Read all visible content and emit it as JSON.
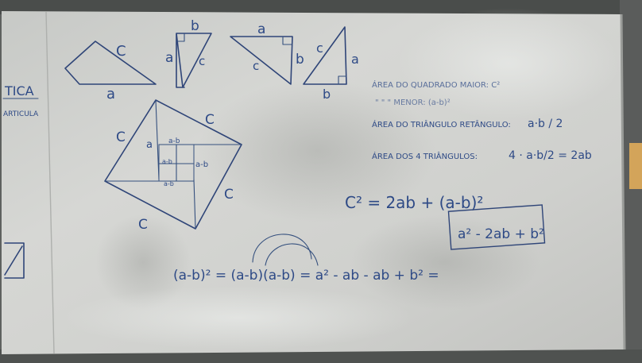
{
  "image": {
    "description_labels": {
      "left_edge": [
        "TICA",
        "ARTICULA"
      ]
    },
    "triangles": {
      "t1": {
        "hyp": "C",
        "leg": "a"
      },
      "t2": {
        "top": "b",
        "left": "a",
        "hyp": "c"
      },
      "t3": {
        "top": "a",
        "right": "b",
        "hyp": "c"
      },
      "t4": {
        "hyp": "c",
        "right": "a",
        "bottom": "b"
      }
    },
    "square_diagram": {
      "c_labels": [
        "C",
        "C",
        "C",
        "C"
      ],
      "inner": [
        "a",
        "a-b",
        "a-b",
        "a-b",
        "a-b"
      ]
    },
    "notes": {
      "line1": "ÁREA DO QUADRADO MAIOR: C²",
      "line2": "\" \" \" MENOR: (a-b)²",
      "line3_label": "ÁREA DO TRIÂNGULO RETÂNGULO:",
      "line3_value": "a·b / 2",
      "line4_label": "ÁREA DOS 4 TRIÂNGULOS:",
      "line4_value": "4 · a·b/2 = 2ab",
      "equation1": "C² = 2ab + (a-b)²",
      "equation2_lhs": "(a-b)² = (a-b)(a-b) = a² - ab - ab + b² =",
      "equation2_boxed": "a² - 2ab + b²"
    }
  }
}
